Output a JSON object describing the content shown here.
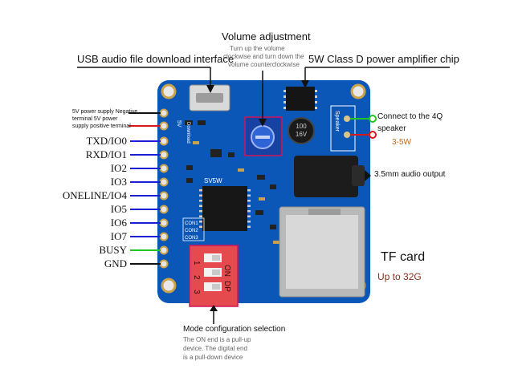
{
  "labels": {
    "usb": "USB audio file download interface",
    "volume_title": "Volume adjustment",
    "volume_desc_1": "Turn up the volume",
    "volume_desc_2": "clockwise and turn down the",
    "volume_desc_3": "volume counterclockwise",
    "amp": "5W Class D power amplifier chip",
    "supply_1": "5V power supply Negative",
    "supply_2": "terminal 5V power",
    "supply_3": "supply positive terminal",
    "speaker_1": "Connect to the 4Q",
    "speaker_2": "speaker",
    "speaker_watt": "3-5W",
    "audio_out": "3.5mm audio output",
    "tf_card": "TF card",
    "tf_size": "Up to 32G",
    "mode_title": "Mode configuration selection",
    "mode_desc_1": "The ON end is a pull-up",
    "mode_desc_2": "device. The digital end",
    "mode_desc_3": "is a pull-down device"
  },
  "pins": [
    "TXD/IO0",
    "RXD/IO1",
    "IO2",
    "IO3",
    "ONELINE/IO4",
    "IO5",
    "IO6",
    "IO7",
    "BUSY",
    "GND"
  ],
  "board_text": {
    "silk_5v": "5V",
    "silk_dl": "Download",
    "silk_sv5w": "SV5W",
    "silk_con1": "CON1",
    "silk_con2": "CON2",
    "silk_con3": "CON3",
    "silk_speaker": "Speaker",
    "pot_marking_1": "100",
    "pot_marking_2": "16V",
    "dip_on": "ON",
    "dip_dp": "DP",
    "dip_1": "1",
    "dip_2": "2",
    "dip_3": "3"
  },
  "colors": {
    "board": "#0b57b8",
    "board_dark": "#08469a",
    "blue_line": "#1a1fd6",
    "red_line": "#d81818",
    "green_line": "#22c41f",
    "highlight": "#d0155a",
    "tf_size_color": "#8a2d1d",
    "watt_color": "#c46a1c",
    "desc_gray": "#666666"
  }
}
